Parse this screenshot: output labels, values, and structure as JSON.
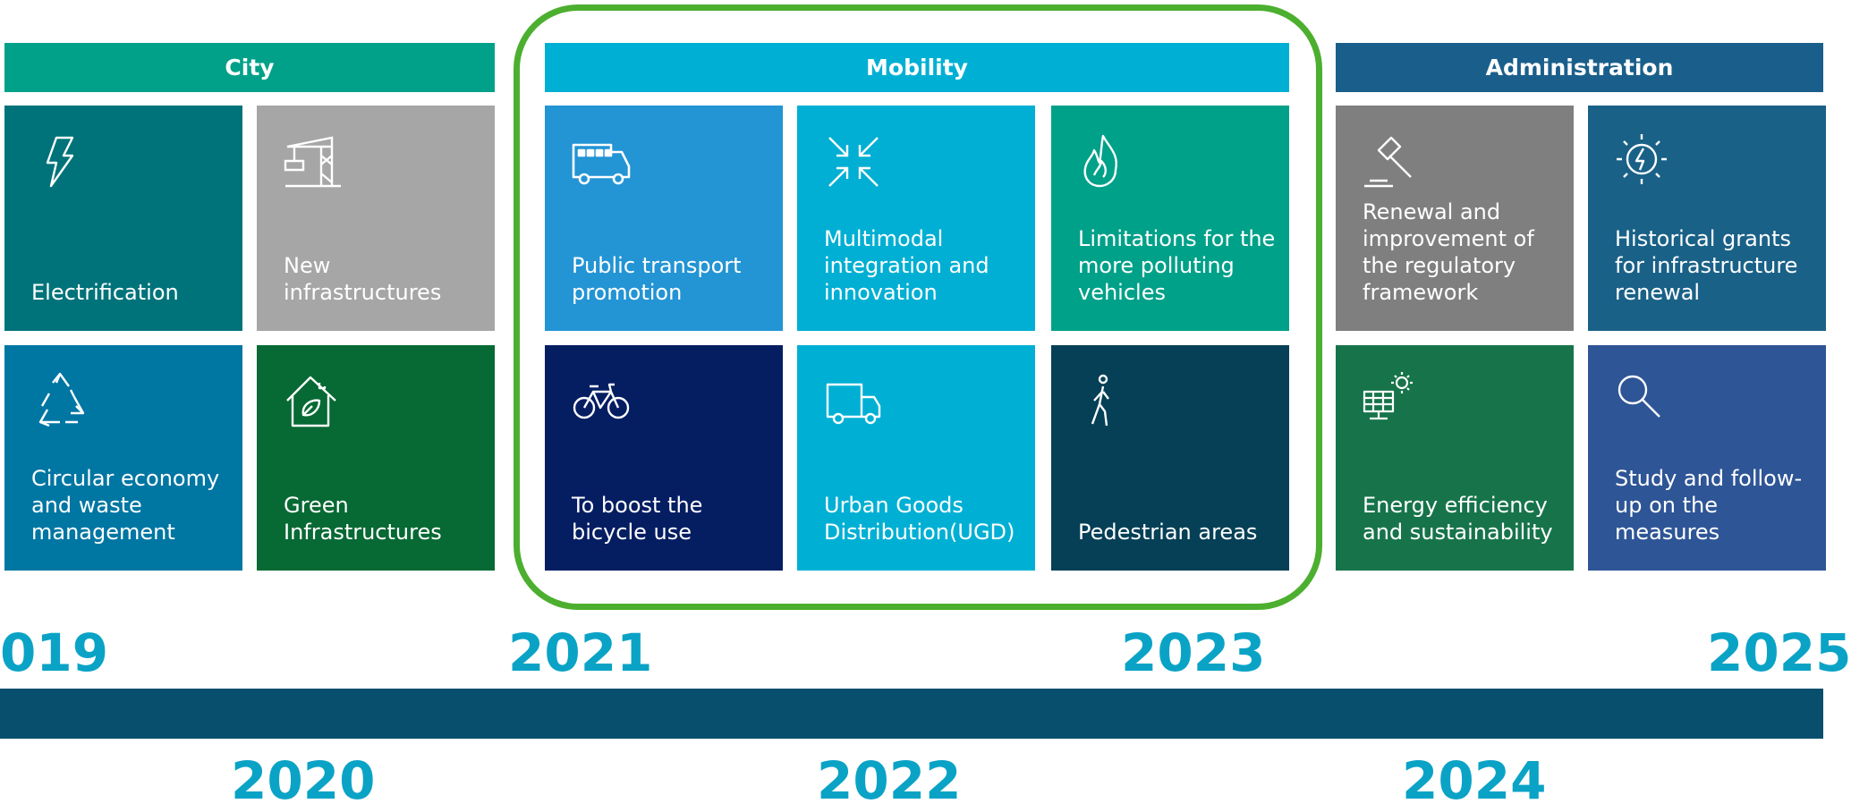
{
  "colors": {
    "city_header": "#00a188",
    "mobility_header": "#00b0d4",
    "administration_header": "#1a5f8b",
    "frame": "#4caf2f",
    "year": "#0aa3c6",
    "timeline_bar": "#074f6d"
  },
  "sections": {
    "city": {
      "title": "City",
      "tiles": [
        {
          "label": "Electrification",
          "icon": "lightning-icon",
          "color": "#00737a"
        },
        {
          "label": "New infrastructures",
          "icon": "crane-icon",
          "color": "#a6a6a6"
        },
        {
          "label": "Circular economy and waste management",
          "icon": "recycle-icon",
          "color": "#0076a3"
        },
        {
          "label": "Green Infrastructures",
          "icon": "eco-house-icon",
          "color": "#076934"
        }
      ]
    },
    "mobility": {
      "title": "Mobility",
      "tiles": [
        {
          "label": "Public transport promotion",
          "icon": "bus-icon",
          "color": "#2394d4"
        },
        {
          "label": "Multimodal integration and innovation",
          "icon": "converge-arrows-icon",
          "color": "#00afd3"
        },
        {
          "label": "Limitations for the more polluting vehicles",
          "icon": "flame-icon",
          "color": "#00a189"
        },
        {
          "label": "To boost the bicycle use",
          "icon": "bicycle-icon",
          "color": "#051e62"
        },
        {
          "label": "Urban Goods Distribution(UGD)",
          "icon": "truck-icon",
          "color": "#00b0d4"
        },
        {
          "label": "Pedestrian areas",
          "icon": "pedestrian-icon",
          "color": "#054057"
        }
      ]
    },
    "administration": {
      "title": "Administration",
      "tiles": [
        {
          "label": "Renewal and improvement of the regulatory framework",
          "icon": "gavel-icon",
          "color": "#7f7f7f"
        },
        {
          "label": "Historical grants for infrastructure renewal",
          "icon": "power-sun-icon",
          "color": "#1a6188"
        },
        {
          "label": "Energy efficiency and sustainability",
          "icon": "solar-panel-icon",
          "color": "#17744a"
        },
        {
          "label": "Study and follow-up on the measures",
          "icon": "magnifier-icon",
          "color": "#2e5596"
        }
      ]
    }
  },
  "timeline": {
    "top_years": [
      "019",
      "2021",
      "2023",
      "2025"
    ],
    "bottom_years": [
      "2020",
      "2022",
      "2024"
    ]
  }
}
